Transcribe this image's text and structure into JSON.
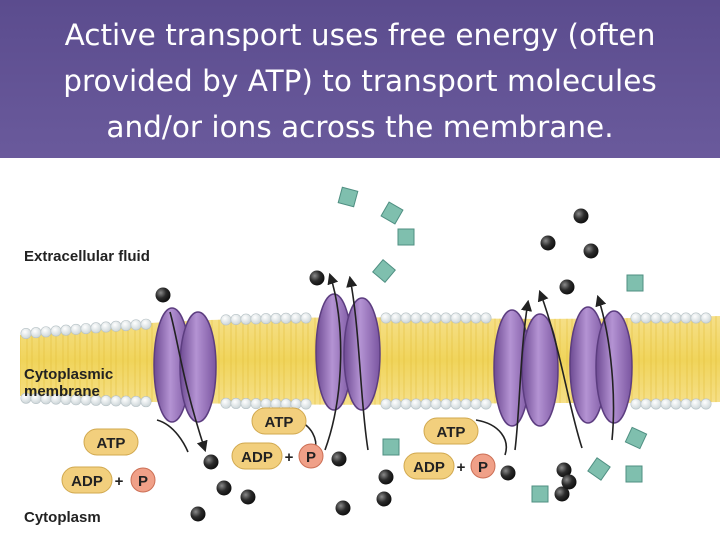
{
  "slide": {
    "title": "Active transport uses free energy (often provided by ATP) to transport molecules and/or ions across the membrane."
  },
  "figure": {
    "labels": {
      "extracellular": "Extracellular fluid",
      "membrane_line1": "Cytoplasmic",
      "membrane_line2": "membrane",
      "cytoplasm": "Cytoplasm"
    },
    "atp": "ATP",
    "adp": "ADP",
    "plus": "+",
    "phosphate": "P",
    "colors": {
      "banner": "#5e4f91",
      "membrane_core": "#f2d862",
      "lipid_head": "#f3f6f6",
      "protein": "#9d74bb",
      "atp_pill": "#f2cf7d",
      "phosphate": "#f0a088",
      "ball": "#222222",
      "square": "#7fbfae"
    }
  }
}
